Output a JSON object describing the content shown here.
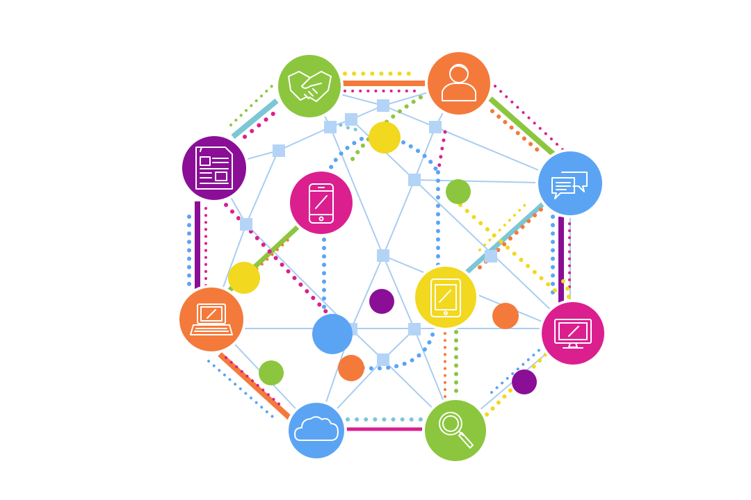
{
  "diagram": {
    "colors": {
      "green": "#8cc63f",
      "orange": "#f47a3b",
      "blue": "#5ba4f4",
      "purple": "#8a0f96",
      "magenta": "#db1f8f",
      "yellow": "#f2d81e",
      "light_blue": "#7cc6d6",
      "mesh": "#a9cdf0",
      "square": "#b3d4f6"
    },
    "nodes": [
      {
        "id": "handshake",
        "icon": "handshake-icon",
        "color": "green"
      },
      {
        "id": "person",
        "icon": "person-icon",
        "color": "orange"
      },
      {
        "id": "document",
        "icon": "document-icon",
        "color": "purple"
      },
      {
        "id": "chat",
        "icon": "chat-bubbles-icon",
        "color": "blue"
      },
      {
        "id": "smartphone",
        "icon": "smartphone-icon",
        "color": "magenta"
      },
      {
        "id": "tablet",
        "icon": "tablet-icon",
        "color": "yellow"
      },
      {
        "id": "laptop",
        "icon": "laptop-icon",
        "color": "orange"
      },
      {
        "id": "monitor",
        "icon": "monitor-icon",
        "color": "magenta"
      },
      {
        "id": "cloud",
        "icon": "cloud-icon",
        "color": "blue"
      },
      {
        "id": "search",
        "icon": "search-icon",
        "color": "green"
      }
    ]
  }
}
